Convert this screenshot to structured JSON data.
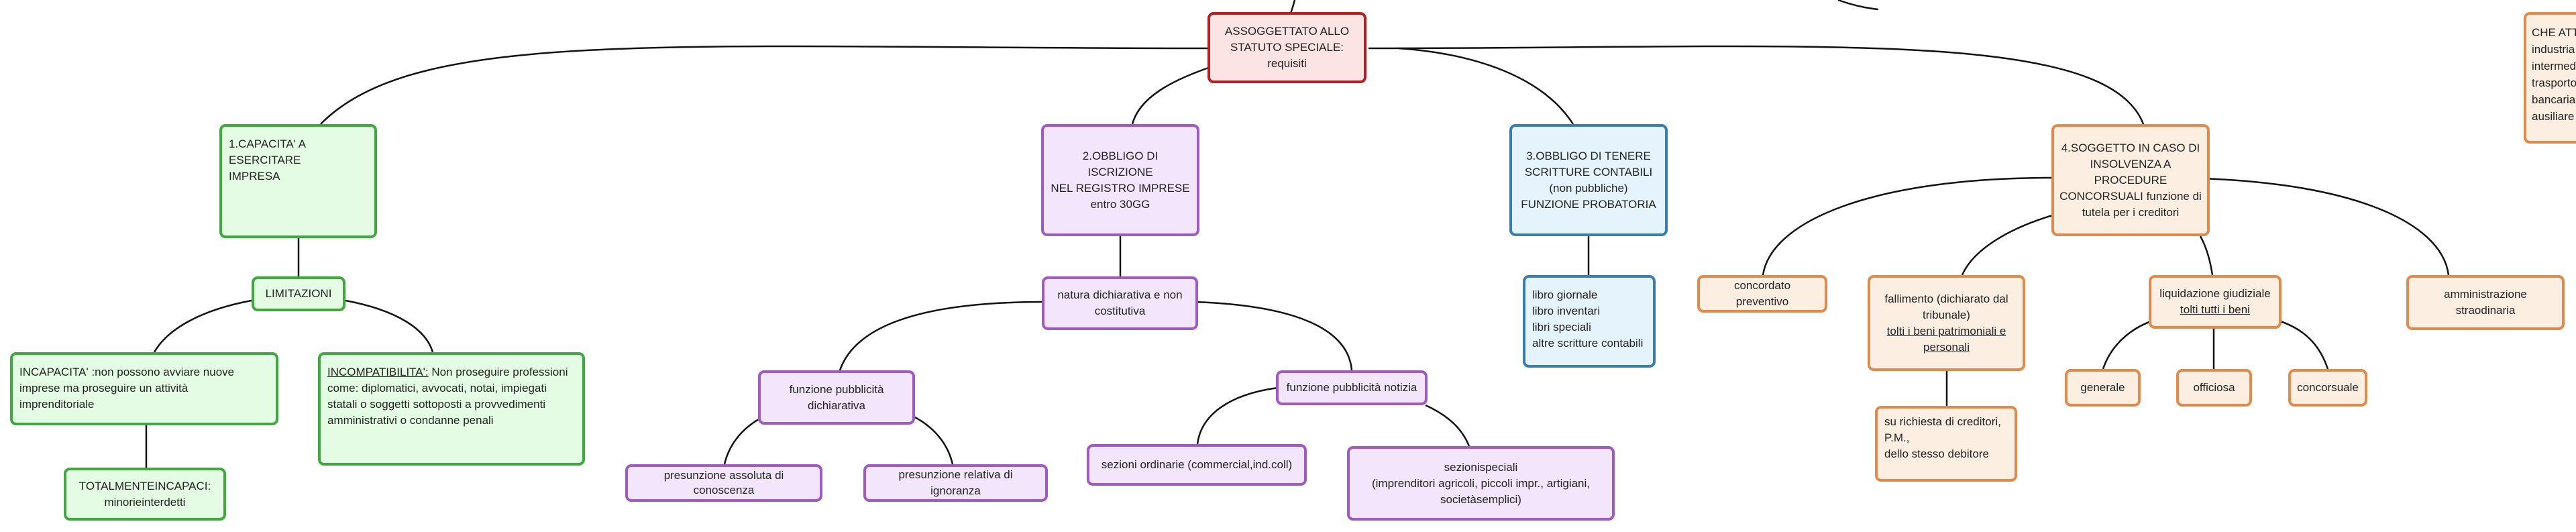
{
  "colors": {
    "root_border": "#b51f24",
    "root_fill": "#fde4e4",
    "green_border": "#3fa83f",
    "green_fill": "#e4fbe4",
    "purple_border": "#a05bc2",
    "purple_fill": "#f3e5fc",
    "blue_border": "#3a7fab",
    "blue_fill": "#e5f3fc",
    "orange_border": "#e08a4c",
    "orange_fill": "#fdeee2",
    "connector": "#111111"
  },
  "nodes": {
    "root": "ASSOGGETTATO ALLO\nSTATUTO SPECIALE:\nrequisiti",
    "capacita": "1.CAPACITA' A ESERCITARE\nIMPRESA",
    "limitazioni": "LIMITAZIONI",
    "incapacita": "INCAPACITA' :non possono avviare nuove\nimprese ma proseguire un attività\nimprenditoriale",
    "incompatibilita_label": "INCOMPATIBILITA':",
    "incompatibilita_text": " Non proseguire professioni\ncome: diplomatici, avvocati, notai, impiegati\nstatali o soggetti sottoposti a provvedimenti\namministrativi o condanne penali",
    "totalmente": "TOTALMENTEINCAPACI:\nminorieinterdetti",
    "iscrizione": "2.OBBLIGO DI ISCRIZIONE\nNEL REGISTRO IMPRESE\nentro 30GG",
    "natura": "natura dichiarativa e non\ncostitutiva",
    "pubblicita_dichiarativa": "funzione pubblicità\ndichiarativa",
    "pubblicita_notizia": "funzione pubblicità notizia",
    "presunzione_assoluta": "presunzione assoluta di\nconoscenza",
    "presunzione_relativa": "presunzione relativa di ignoranza",
    "sezioni_ordinarie": "sezioni ordinarie (commercial,ind.coll)",
    "sezioni_speciali": "sezionispeciali\n(imprenditori agricoli, piccoli impr., artigiani,\nsocietàsemplici)",
    "scritture": "3.OBBLIGO DI TENERE\nSCRITTURE CONTABILI\n(non pubbliche)\nFUNZIONE PROBATORIA",
    "libri": "libro giornale\nlibro inventari\nlibri speciali\n altre scritture contabili",
    "insolvenza": "4.SOGGETTO IN CASO DI\nINSOLVENZA A\nPROCEDURE\nCONCORSUALI funzione di\ntutela per i creditori",
    "concordato": "concordato preventivo",
    "fallimento_text": "fallimento (dichiarato dal\ntribunale)",
    "fallimento_link": "tolti i beni patrimoniali e\npersonali",
    "richiesta": "su richiesta di creditori,\nP.M.,\ndello stesso debitore",
    "liquidazione_text": "liquidazione giudiziale",
    "liquidazione_link": "tolti tutti i beni",
    "generale": "generale",
    "officiosa": "officiosa",
    "concorsuale": "concorsuale",
    "amministrazione": "amministrazione\nstraodinaria",
    "partial": "CHE ATT\nindustria\nintermed\ntrasporto\nbancaria\nausiliare"
  }
}
